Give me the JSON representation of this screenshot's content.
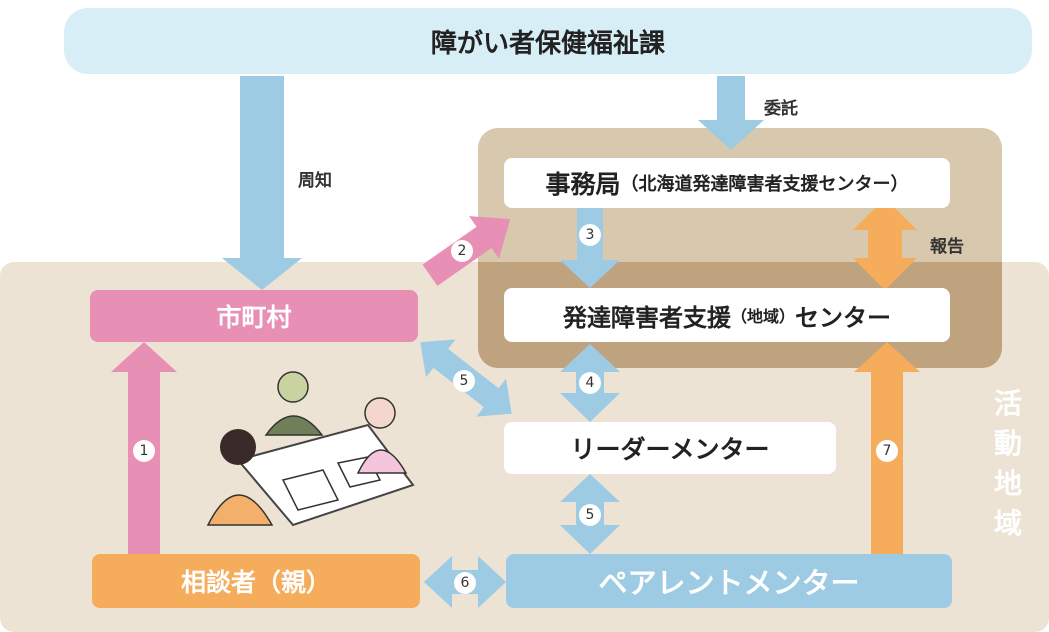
{
  "top_box": {
    "label": "障がい者保健福祉課"
  },
  "secretariat": {
    "main": "事務局",
    "sub": "（北海道発達障害者支援センター）"
  },
  "center": {
    "main_a": "発達障害者支援",
    "paren": "（地域）",
    "main_b": "センター"
  },
  "municipality": {
    "label": "市町村"
  },
  "leader_mentor": {
    "label": "リーダーメンター"
  },
  "consultant": {
    "label": "相談者（親）"
  },
  "parent_mentor": {
    "label": "ペアレントメンター"
  },
  "edge_labels": {
    "notify": "周知",
    "entrust": "委託",
    "report": "報告"
  },
  "region_label": [
    "活",
    "動",
    "地",
    "域"
  ],
  "steps": {
    "s1": "1",
    "s2": "2",
    "s3": "3",
    "s4": "4",
    "s5a": "5",
    "s5b": "5",
    "s6": "6",
    "s7": "7"
  },
  "colors": {
    "blue": "#9ccbe3",
    "pink": "#e88fb5",
    "orange": "#f5ad5c",
    "beige": "#ede3d4",
    "tan": "#d8c8ad",
    "brown": "#bfa27e"
  }
}
